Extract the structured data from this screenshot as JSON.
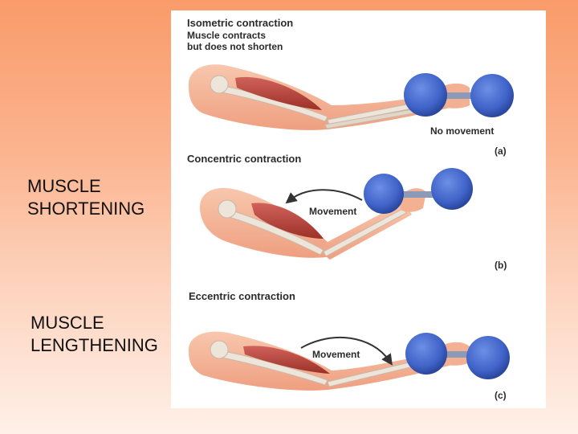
{
  "side_labels": {
    "shortening": "MUSCLE\nSHORTENING",
    "lengthening": "MUSCLE\nLENGTHENING"
  },
  "panels": [
    {
      "title": "Isometric contraction",
      "subtitle_line1": "Muscle contracts",
      "subtitle_line2": "but does not shorten",
      "annotation": "No movement",
      "letter": "(a)"
    },
    {
      "title": "Concentric contraction",
      "annotation": "Movement",
      "letter": "(b)"
    },
    {
      "title": "Eccentric contraction",
      "annotation": "Movement",
      "letter": "(c)"
    }
  ],
  "colors": {
    "background_top": "#fa9b6a",
    "background_bottom": "#fff0e8",
    "skin": "#f5b596",
    "muscle": "#b8473b",
    "bone": "#ede4da",
    "dumbbell": "#3f63c8"
  },
  "icons": [
    "arm-with-dumbbell-illustration",
    "curved-arrow-icon"
  ]
}
